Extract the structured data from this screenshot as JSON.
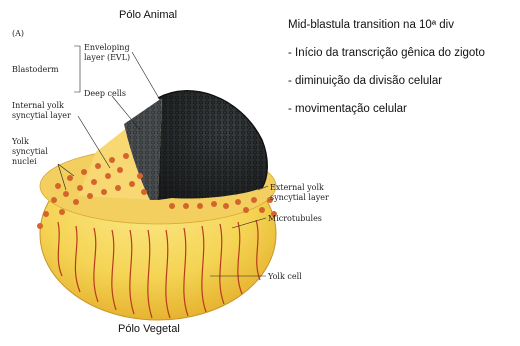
{
  "poles": {
    "animal": "Pólo Animal",
    "vegetal": "Pólo Vegetal"
  },
  "notes": {
    "title": "Mid-blastula transition na 10ª div",
    "items": [
      "- Início da transcrição gênica do zigoto",
      "- diminuição da divisão celular",
      "- movimentação celular"
    ]
  },
  "diagram": {
    "panel_label": "(A)",
    "labels": {
      "blastoderm": "Blastoderm",
      "evl_1": "Enveloping",
      "evl_2": "layer (EVL)",
      "deep_cells": "Deep cells",
      "internal_ysl_1": "Internal yolk",
      "internal_ysl_2": "syncytial layer",
      "ysn_1": "Yolk",
      "ysn_2": "syncytial",
      "ysn_3": "nuclei",
      "external_ysl_1": "External yolk",
      "external_ysl_2": "syncytial layer",
      "microtubules": "Microtubules",
      "yolk_cell": "Yolk cell"
    },
    "colors": {
      "yolk": "#f6d65a",
      "yolk_dark": "#e6b52e",
      "yolk_top": "#f3d067",
      "nuclei": "#d4642c",
      "microtubules": "#b83a1e",
      "blastoderm": "#2a2d2e"
    }
  }
}
